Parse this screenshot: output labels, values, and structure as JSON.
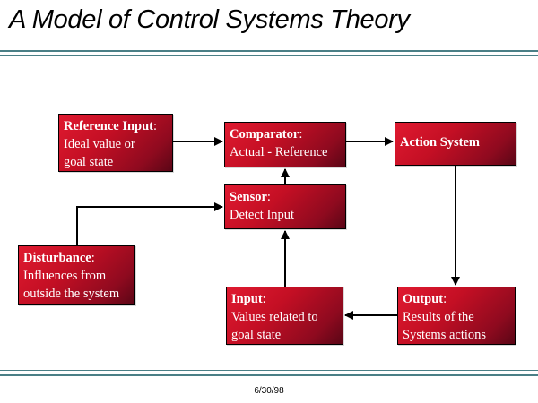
{
  "title": "A Model of Control Systems Theory",
  "footer": {
    "date": "6/30/98"
  },
  "colors": {
    "box_fill": "#c40f24",
    "box_dark": "#5a0616",
    "rule": "#4a7f86",
    "text_on_box": "#ffffff"
  },
  "boxes": {
    "reference": {
      "head": "Reference Input",
      "line1": "Ideal value or",
      "line2": "goal state"
    },
    "comparator": {
      "head": "Comparator",
      "line1": "Actual - Reference"
    },
    "action": {
      "head": "Action System"
    },
    "sensor": {
      "head": "Sensor",
      "line1": "Detect Input"
    },
    "disturbance": {
      "head": "Disturbance",
      "line1": "Influences from",
      "line2": "outside the system"
    },
    "input": {
      "head": "Input",
      "line1": "Values related to",
      "line2": "goal state"
    },
    "output": {
      "head": "Output",
      "line1": "Results of the",
      "line2": "Systems actions"
    }
  },
  "connections": [
    {
      "from": "Reference Input",
      "to": "Comparator"
    },
    {
      "from": "Comparator",
      "to": "Action System"
    },
    {
      "from": "Action System",
      "to": "Output"
    },
    {
      "from": "Output",
      "to": "Input"
    },
    {
      "from": "Input",
      "to": "Sensor"
    },
    {
      "from": "Disturbance",
      "to": "Sensor"
    },
    {
      "from": "Sensor",
      "to": "Comparator"
    }
  ]
}
